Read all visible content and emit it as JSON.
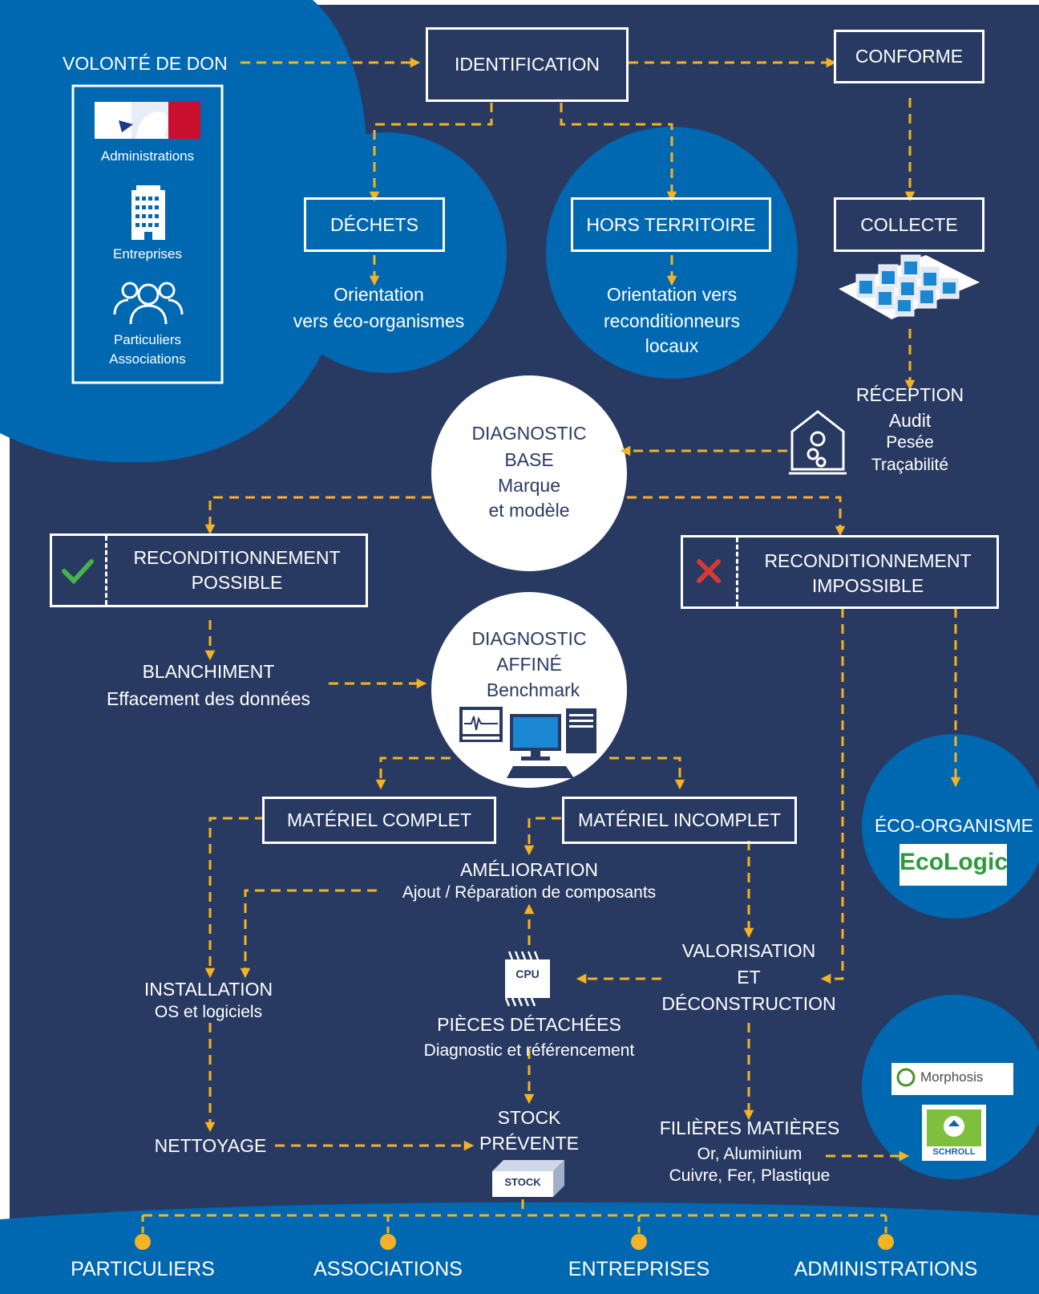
{
  "colors": {
    "navy": "#283962",
    "blue": "#0068b0",
    "accent": "#f4b324",
    "white": "#ffffff",
    "green": "#44b449",
    "red": "#d63a37"
  },
  "donors": {
    "title": "VOLONTÉ DE DON",
    "items": [
      "Administrations",
      "Entreprises",
      "Particuliers",
      "Associations"
    ],
    "icons": [
      "marianne-logo",
      "office-building-icon",
      "people-group-icon"
    ]
  },
  "nodes": {
    "identification": "IDENTIFICATION",
    "conforme": "CONFORME",
    "dechets": "DÉCHETS",
    "dechets_note": [
      "Orientation",
      "vers éco-organismes"
    ],
    "hors_territoire": "HORS TERRITOIRE",
    "hors_note": [
      "Orientation vers",
      "reconditionneurs",
      "locaux"
    ],
    "collecte": "COLLECTE",
    "reception": [
      "RÉCEPTION",
      "Audit",
      "Pesée",
      "Traçabilité"
    ],
    "diag_base": [
      "DIAGNOSTIC",
      "BASE",
      "Marque",
      "et modèle"
    ],
    "recond_possible": [
      "RECONDITIONNEMENT",
      "POSSIBLE"
    ],
    "recond_impossible": [
      "RECONDITIONNEMENT",
      "IMPOSSIBLE"
    ],
    "blanchiment": [
      "BLANCHIMENT",
      "Effacement des données"
    ],
    "diag_affine": [
      "DIAGNOSTIC",
      "AFFINÉ",
      "Benchmark"
    ],
    "materiel_complet": "MATÉRIEL COMPLET",
    "materiel_incomplet": "MATÉRIEL INCOMPLET",
    "amelioration": [
      "AMÉLIORATION",
      "Ajout / Réparation de composants"
    ],
    "installation": [
      "INSTALLATION",
      "OS et logiciels"
    ],
    "pieces": [
      "PIÈCES DÉTACHÉES",
      "Diagnostic et référencement"
    ],
    "cpu_label": "CPU",
    "valorisation": [
      "VALORISATION",
      "ET",
      "DÉCONSTRUCTION"
    ],
    "eco_organisme": "ÉCO-ORGANISME",
    "nettoyage": "NETTOYAGE",
    "stock": [
      "STOCK",
      "PRÉVENTE"
    ],
    "stock_label": "STOCK",
    "filieres": [
      "FILIÈRES MATIÈRES",
      "Or, Aluminium",
      "Cuivre, Fer, Plastique"
    ]
  },
  "logos": {
    "ecologic": "EcoLogic",
    "morphosis": "Morphosis",
    "schroll": "SCHROLL"
  },
  "recipients": [
    "PARTICULIERS",
    "ASSOCIATIONS",
    "ENTREPRISES",
    "ADMINISTRATIONS"
  ]
}
